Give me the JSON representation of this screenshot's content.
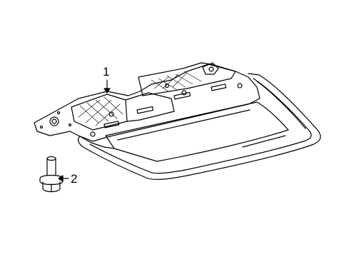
{
  "diagram": {
    "type": "parts-exploded-view",
    "callouts": [
      {
        "id": "1",
        "label": "1",
        "part": "lamp-housing"
      },
      {
        "id": "2",
        "label": "2",
        "part": "bolt"
      }
    ],
    "line_color": "#000000",
    "background": "#ffffff"
  }
}
